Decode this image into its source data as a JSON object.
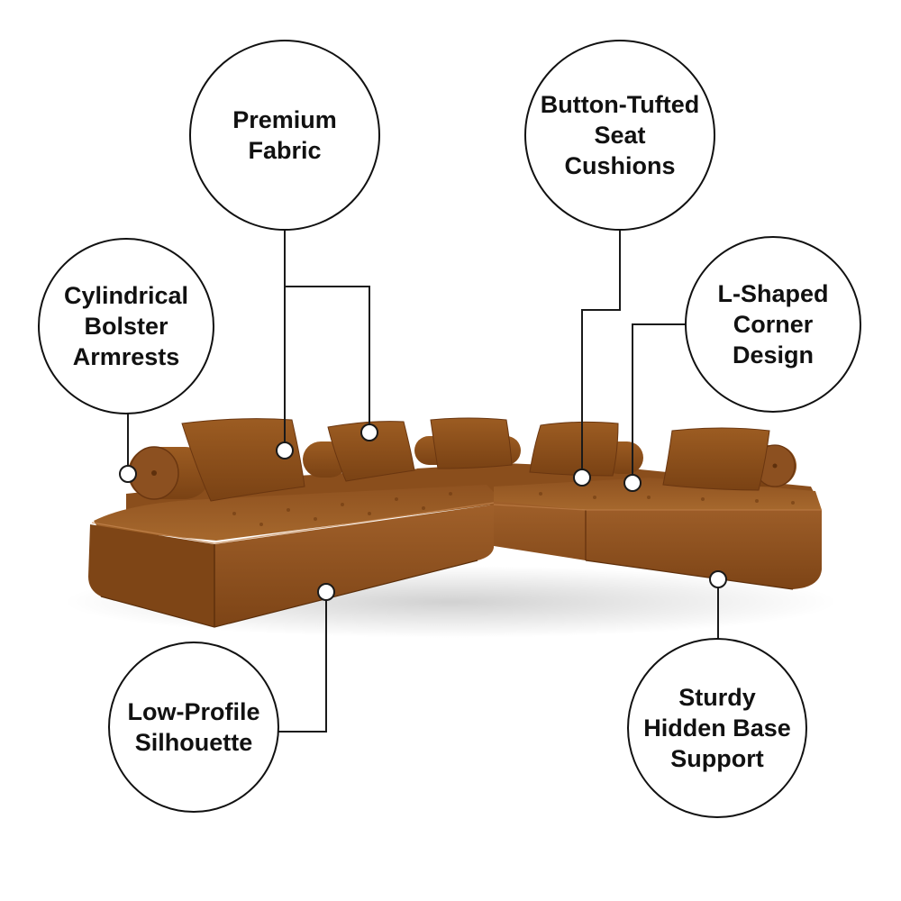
{
  "colors": {
    "line": "#1a1a1a",
    "upholstery": "#9a5a1e",
    "upholstery_top": "#a8652a",
    "upholstery_shadow": "#6e3c12",
    "background": "#ffffff"
  },
  "callouts": {
    "premium_fabric": "Premium\nFabric",
    "button_tufted": "Button-Tufted\nSeat\nCushions",
    "cylindrical_bolster": "Cylindrical\nBolster\nArmrests",
    "l_shaped": "L-Shaped\nCorner\nDesign",
    "low_profile": "Low-Profile\nSilhouette",
    "hidden_base": "Sturdy\nHidden Base\nSupport"
  }
}
